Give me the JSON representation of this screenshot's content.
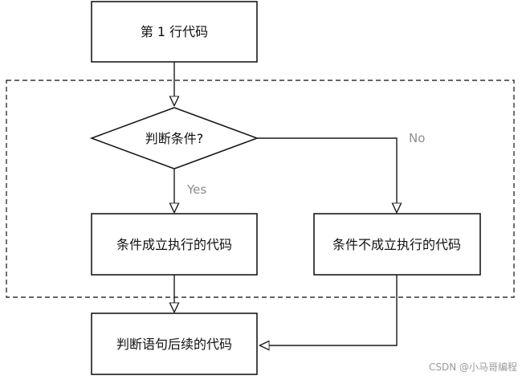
{
  "diagram": {
    "nodes": {
      "start": "第 1 行代码",
      "decision": "判断条件?",
      "yes_block": "条件成立执行的代码",
      "no_block": "条件不成立执行的代码",
      "end": "判断语句后续的代码"
    },
    "branches": {
      "yes": "Yes",
      "no": "No"
    }
  },
  "watermark": "CSDN @小马哥编程"
}
